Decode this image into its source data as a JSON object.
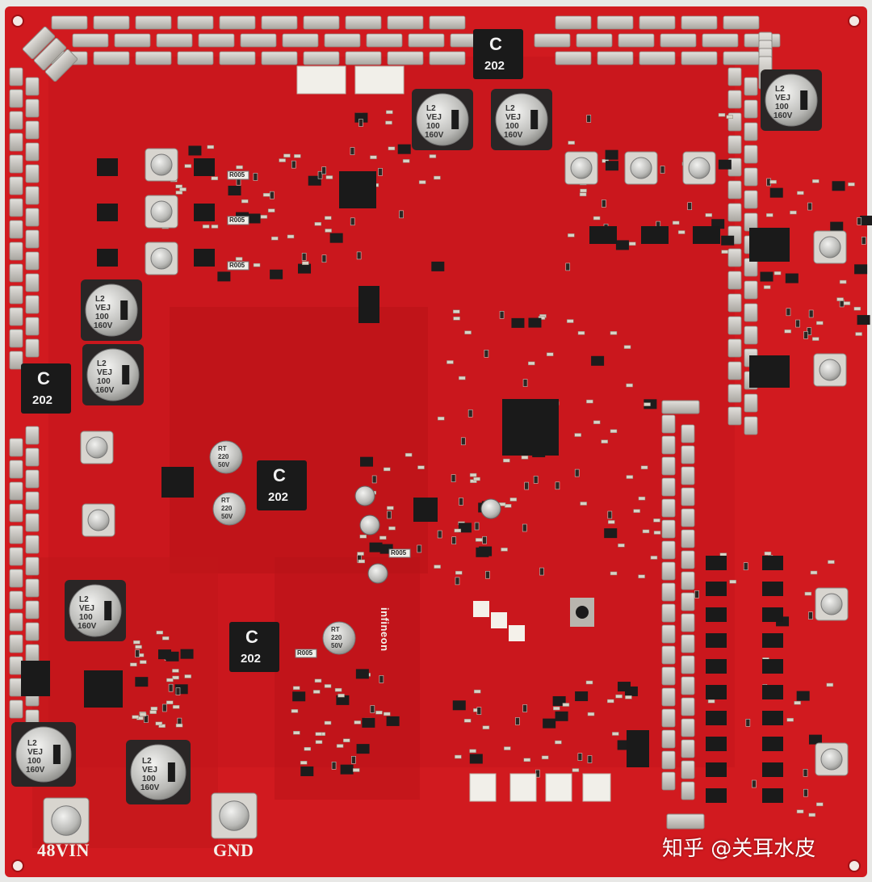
{
  "board": {
    "input_label": "48VIN",
    "ground_label": "GND",
    "inductor_marking": "202",
    "inductor_logo": "C",
    "capacitor_marking_line1": "L2",
    "capacitor_marking_line2": "VEJ",
    "capacitor_marking_line3": "100",
    "capacitor_marking_line4": "160V",
    "small_cap_line1": "RT",
    "small_cap_line2": "220",
    "small_cap_line3": "50V",
    "resistor_marking": "R005",
    "maker_logo": "infineon"
  },
  "watermark": {
    "text": "知乎 @关耳水皮"
  },
  "colors": {
    "pcb_red": "#d11a1f",
    "pcb_dark_red": "#b31216",
    "silk_white": "#f4f1ea",
    "pad_silver": "#c9c6c0",
    "chip_black": "#1a1a1a"
  }
}
